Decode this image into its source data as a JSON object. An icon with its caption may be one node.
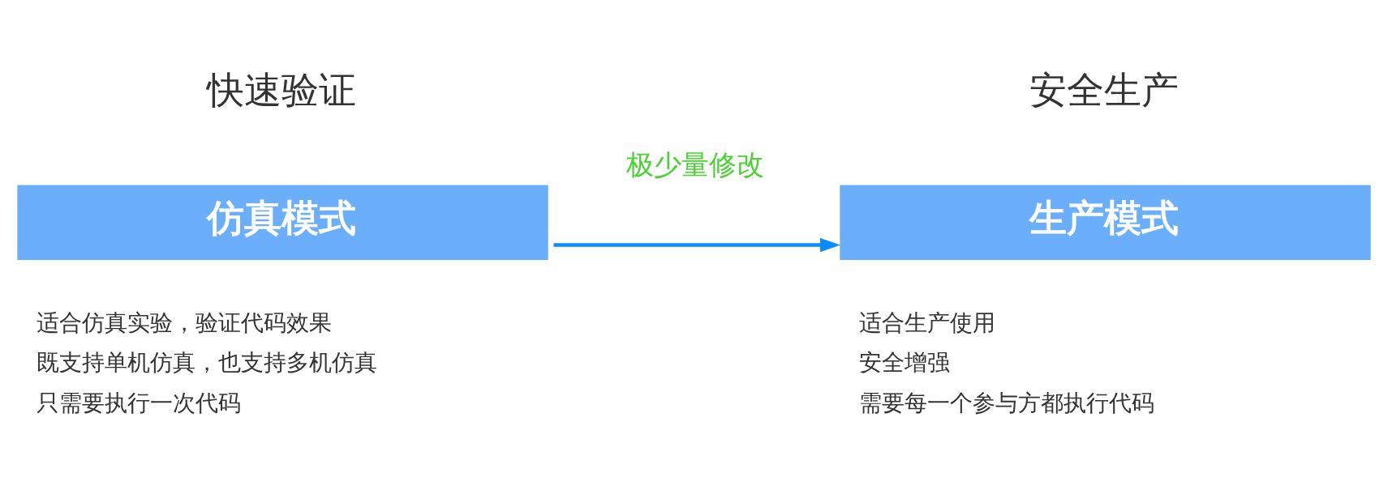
{
  "diagram": {
    "nodes": [
      {
        "text": [
          "快速验证",
          "仿真模式"
        ],
        "beside": [
          "适合仿真实验，验证代码效果",
          "既支持单机仿真，也支持多机仿真",
          "只需要执行一次代码"
        ]
      },
      {
        "text": [
          "安全生产",
          "生产模式"
        ],
        "beside": [
          "适合生产使用",
          "安全增强",
          "需要每一个参与方都执行代码"
        ]
      }
    ],
    "edges": [
      {
        "from": 0,
        "to": 1,
        "arrow": "to",
        "label": "极少量修改",
        "color": "#0a8cff"
      }
    ]
  }
}
